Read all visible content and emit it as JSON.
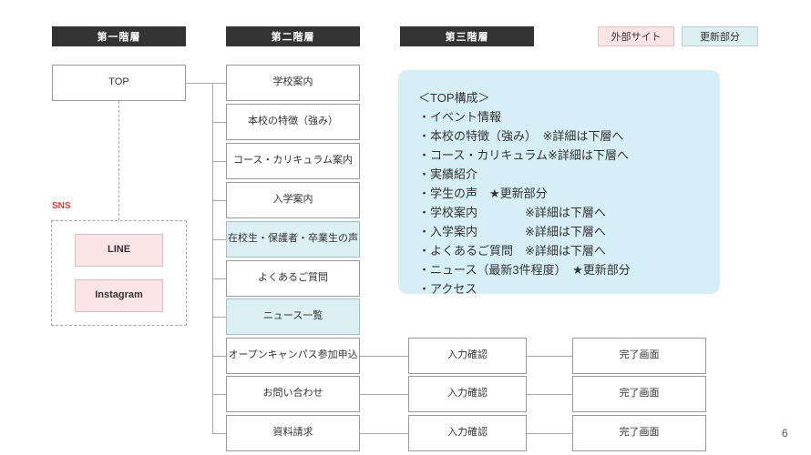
{
  "page": {
    "number": "6"
  },
  "columns": [
    {
      "label": "第一階層"
    },
    {
      "label": "第二階層"
    },
    {
      "label": "第三階層"
    }
  ],
  "legend": [
    {
      "label": "外部サイト",
      "type": "external",
      "color": "#fbe4e6"
    },
    {
      "label": "更新部分",
      "type": "updated",
      "color": "#dceff3"
    }
  ],
  "level1": {
    "top": {
      "label": "TOP"
    },
    "sns": {
      "label": "SNS",
      "label_color": "#e8392f",
      "items": [
        {
          "label": "LINE",
          "type": "external"
        },
        {
          "label": "Instagram",
          "type": "external"
        }
      ]
    }
  },
  "level2": [
    {
      "label": "学校案内",
      "type": "normal"
    },
    {
      "label": "本校の特徴（強み）",
      "type": "normal"
    },
    {
      "label": "コース・カリキュラム案内",
      "type": "normal"
    },
    {
      "label": "入学案内",
      "type": "normal"
    },
    {
      "label": "在校生・保護者・卒業生の声",
      "type": "updated"
    },
    {
      "label": "よくあるご質問",
      "type": "normal"
    },
    {
      "label": "ニュース一覧",
      "type": "updated"
    },
    {
      "label": "オープンキャンパス参加申込",
      "type": "normal"
    },
    {
      "label": "お問い合わせ",
      "type": "normal"
    },
    {
      "label": "資料請求",
      "type": "normal"
    }
  ],
  "level3": [
    {
      "label": "入力確認",
      "type": "normal"
    },
    {
      "label": "入力確認",
      "type": "normal"
    },
    {
      "label": "入力確認",
      "type": "normal"
    }
  ],
  "level4": [
    {
      "label": "完了画面",
      "type": "normal"
    },
    {
      "label": "完了画面",
      "type": "normal"
    },
    {
      "label": "完了画面",
      "type": "normal"
    }
  ],
  "callout": {
    "title": "＜TOP構成＞",
    "lines": [
      "・イベント情報",
      "・本校の特徴（強み）　※詳細は下層へ",
      "・コース・カリキュラム※詳細は下層へ",
      "・実績紹介",
      "・学生の声　★更新部分",
      "・学校案内　　　　※詳細は下層へ",
      "・入学案内　　　　※詳細は下層へ",
      "・よくあるご質問　※詳細は下層へ",
      "・ニュース（最新3件程度）　★更新部分",
      "・アクセス"
    ],
    "background": "#d6eef5"
  }
}
